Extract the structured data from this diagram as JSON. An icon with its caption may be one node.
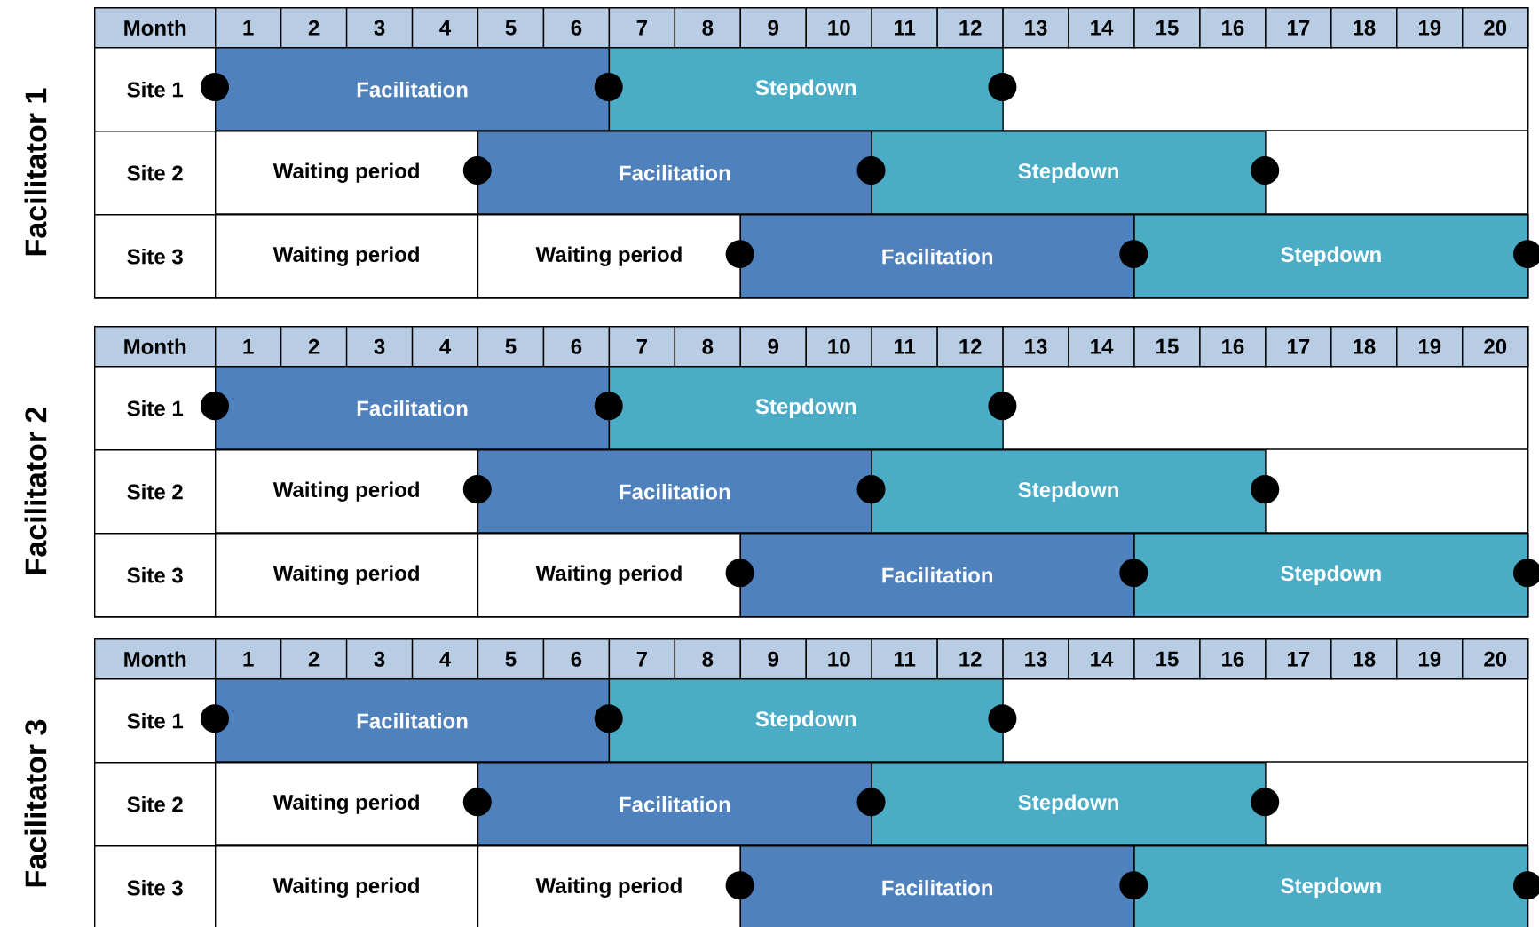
{
  "diagram": {
    "nodes": [
      {
        "text": [
          "Facilitator 1"
        ]
      },
      {
        "text": [
          "Facilitation"
        ],
        "in": 0
      },
      {
        "text": [
          "Stepdown"
        ],
        "in": 0
      },
      {
        "text": [
          "Waiting period"
        ],
        "in": 0
      },
      {
        "text": [
          "Facilitation"
        ],
        "in": 0
      },
      {
        "text": [
          "Stepdown"
        ],
        "in": 0
      },
      {
        "text": [
          "Waiting period"
        ],
        "in": 0
      },
      {
        "text": [
          "Waiting period"
        ],
        "in": 0
      },
      {
        "text": [
          "Facilitation"
        ],
        "in": 0
      },
      {
        "text": [
          "Stepdown"
        ],
        "in": 0
      },
      {
        "text": [
          "Facilitator 2"
        ]
      },
      {
        "text": [
          "Facilitation"
        ],
        "in": 10
      },
      {
        "text": [
          "Stepdown"
        ],
        "in": 10
      },
      {
        "text": [
          "Waiting period"
        ],
        "in": 10
      },
      {
        "text": [
          "Facilitation"
        ],
        "in": 10
      },
      {
        "text": [
          "Stepdown"
        ],
        "in": 10
      },
      {
        "text": [
          "Waiting period"
        ],
        "in": 10
      },
      {
        "text": [
          "Waiting period"
        ],
        "in": 10
      },
      {
        "text": [
          "Facilitation"
        ],
        "in": 10
      },
      {
        "text": [
          "Stepdown"
        ],
        "in": 10
      },
      {
        "text": [
          "Facilitator 3"
        ]
      },
      {
        "text": [
          "Facilitation"
        ],
        "in": 20
      },
      {
        "text": [
          "Stepdown"
        ],
        "in": 20
      },
      {
        "text": [
          "Waiting period"
        ],
        "in": 20
      },
      {
        "text": [
          "Facilitation"
        ],
        "in": 20
      },
      {
        "text": [
          "Stepdown"
        ],
        "in": 20
      },
      {
        "text": [
          "Waiting period"
        ],
        "in": 20
      },
      {
        "text": [
          "Waiting period"
        ],
        "in": 20
      },
      {
        "text": [
          "Facilitation"
        ],
        "in": 20
      },
      {
        "text": [
          "Stepdown"
        ],
        "in": 20
      }
    ],
    "labels": [
      "Month",
      "1",
      "2",
      "3",
      "4",
      "5",
      "6",
      "7",
      "8",
      "9",
      "10",
      "11",
      "12",
      "13",
      "14",
      "15",
      "16",
      "17",
      "18",
      "19",
      "20",
      "Site 1",
      "Site 2",
      "Site 3",
      "Month",
      "1",
      "2",
      "3",
      "4",
      "5",
      "6",
      "7",
      "8",
      "9",
      "10",
      "11",
      "12",
      "13",
      "14",
      "15",
      "16",
      "17",
      "18",
      "19",
      "20",
      "Site 1",
      "Site 2",
      "Site 3",
      "Month",
      "1",
      "2",
      "3",
      "4",
      "5",
      "6",
      "7",
      "8",
      "9",
      "10",
      "11",
      "12",
      "13",
      "14",
      "15",
      "16",
      "17",
      "18",
      "19",
      "20",
      "Site 1",
      "Site 2",
      "Site 3"
    ]
  }
}
